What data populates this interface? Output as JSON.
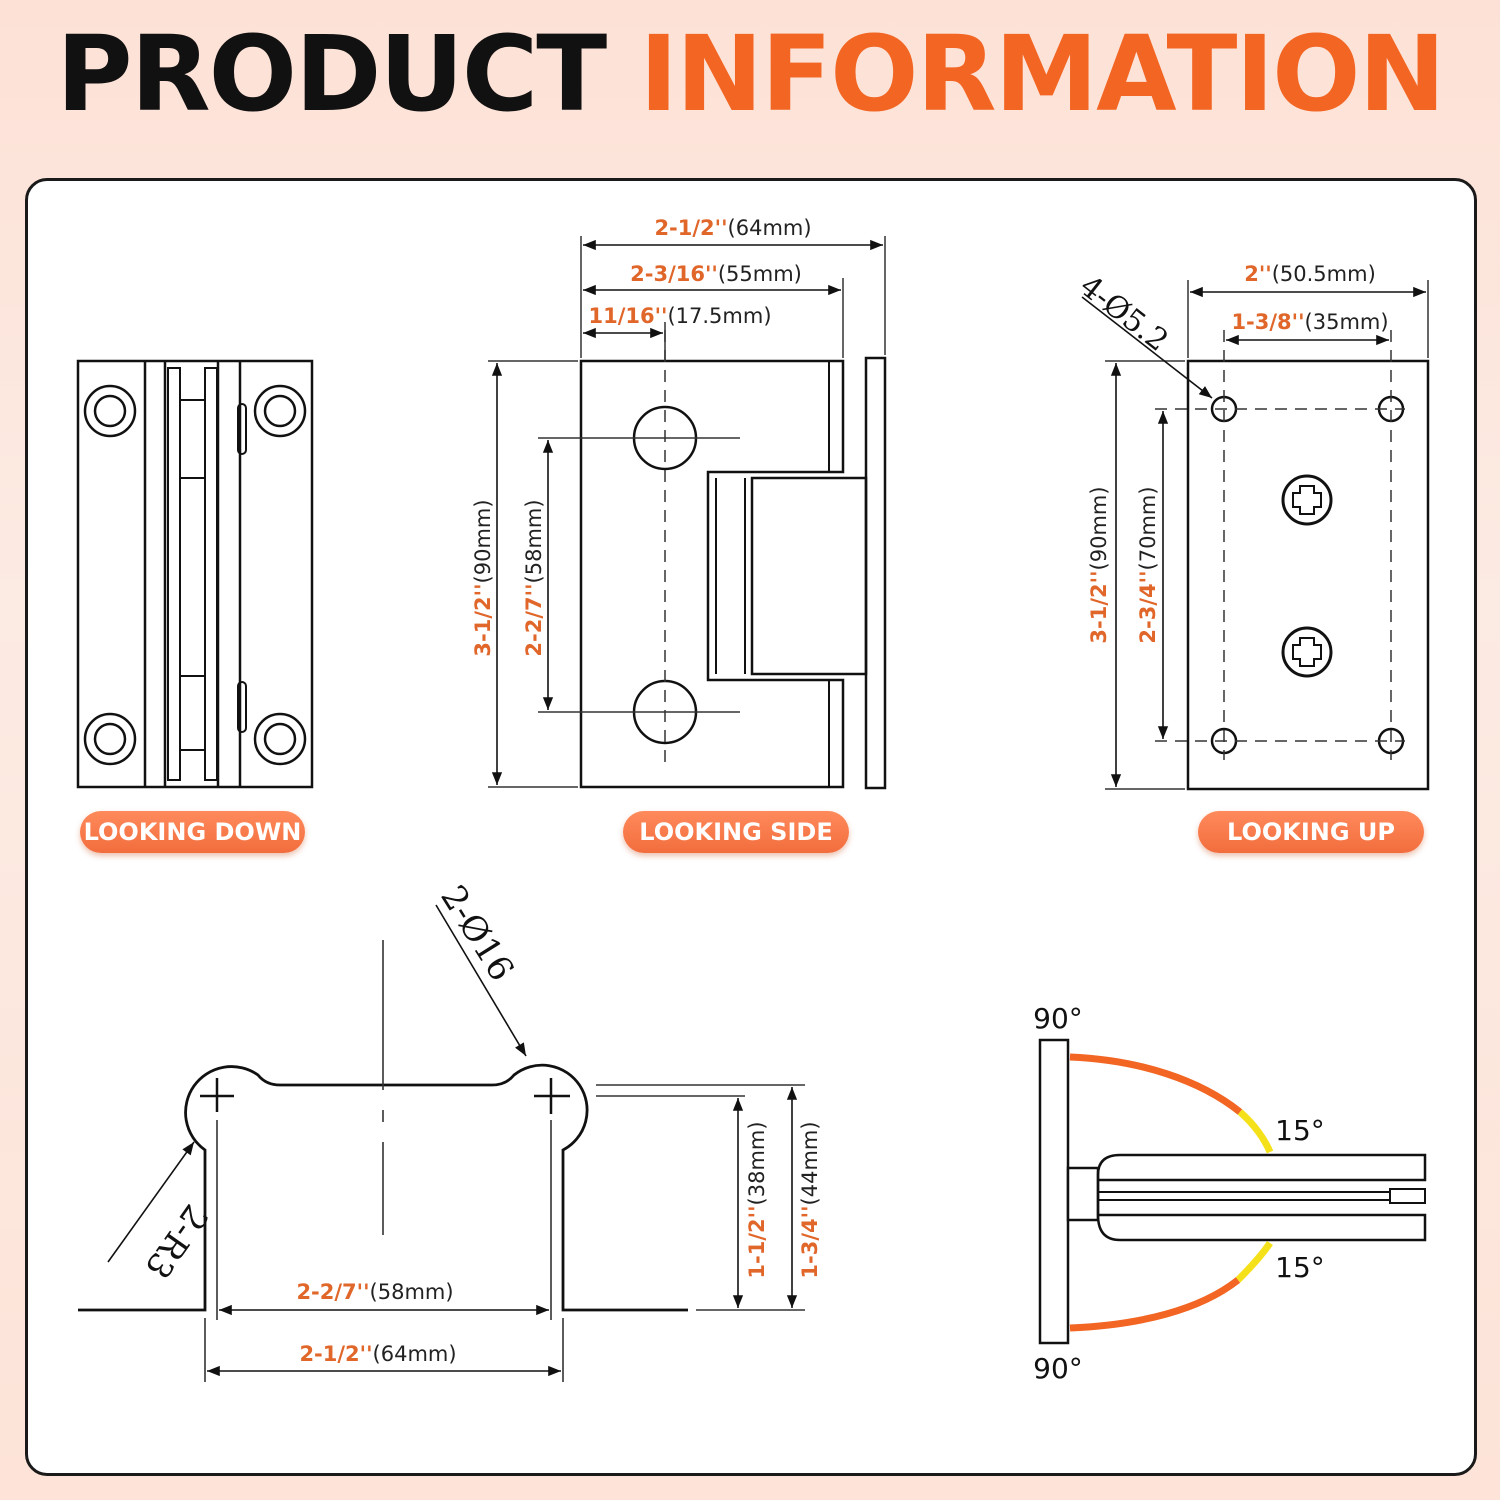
{
  "header": {
    "title_dark": "PRODUCT",
    "title_accent": "INFORMATION"
  },
  "views": {
    "down": {
      "label": "LOOKING DOWN"
    },
    "side": {
      "label": "LOOKING SIDE"
    },
    "up": {
      "label": "LOOKING UP"
    }
  },
  "side_dims": {
    "width_total": {
      "main": "2-1/2''",
      "metric": "(64mm)"
    },
    "width_inner": {
      "main": "2-3/16''",
      "metric": "(55mm)"
    },
    "hole_offset": {
      "main": "11/16''",
      "metric": "(17.5mm)"
    },
    "height": {
      "main": "3-1/2''",
      "metric": "(90mm)"
    },
    "hole_spacing": {
      "main": "2-2/7''",
      "metric": "(58mm)"
    }
  },
  "up_dims": {
    "width": {
      "main": "2''",
      "metric": "(50.5mm)"
    },
    "hole_spacing_x": {
      "main": "1-3/8''",
      "metric": "(35mm)"
    },
    "height": {
      "main": "3-1/2''",
      "metric": "(90mm)"
    },
    "hole_spacing_y": {
      "main": "2-3/4''",
      "metric": "(70mm)"
    },
    "hole_callout": "4-Ø5.2"
  },
  "profile_dims": {
    "hole_callout": "2-Ø16",
    "radius_callout": "2-R3",
    "inner_width": {
      "main": "2-2/7''",
      "metric": "(58mm)"
    },
    "outer_width": {
      "main": "2-1/2''",
      "metric": "(64mm)"
    },
    "height_inner": {
      "main": "1-1/2''",
      "metric": "(38mm)"
    },
    "height_outer": {
      "main": "1-3/4''",
      "metric": "(44mm)"
    }
  },
  "rotation": {
    "top_max": "90°",
    "top_extra": "15°",
    "bottom_extra": "15°",
    "bottom_max": "90°",
    "colors": {
      "arc_main": "#f26522",
      "arc_extra": "#f5e11a"
    }
  }
}
